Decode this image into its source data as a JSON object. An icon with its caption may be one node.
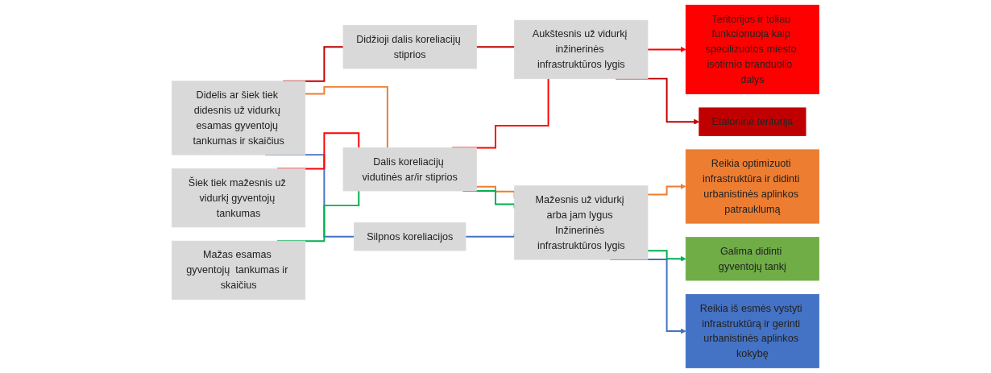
{
  "diagram": {
    "nodes": [
      {
        "text": [
          "Didelis ar šiek tiek didesnis už vidurkų esamas gyventojų tankumas ir skaičius"
        ]
      },
      {
        "text": [
          "Šiek tiek mažesnis už vidurkį gyventojų tankumas"
        ]
      },
      {
        "text": [
          "Mažas esamas gyventojų  tankumas ir skaičius"
        ]
      },
      {
        "text": [
          "Didžioji dalis koreliacijų stiprios"
        ]
      },
      {
        "text": [
          "Dalis koreliacijų vidutinės ar/ir stiprios"
        ]
      },
      {
        "text": [
          "Silpnos koreliacijos"
        ]
      },
      {
        "text": [
          "Aukštesnis už vidurkį inžinerinės infrastruktūros lygis"
        ]
      },
      {
        "text": [
          "Mažesnis už vidurkį arba jam lygus Inžinerinės infrastruktūros lygis"
        ]
      },
      {
        "text": [
          "Teritorijos ir toliau funkcionuoja kaip specilizuotos miesto isotirnio branduolio  dalys"
        ]
      },
      {
        "text": [
          "Etaloninė teritorija"
        ]
      },
      {
        "text": [
          "Reikia optimizuoti infrastruktūra ir didinti urbanistinės aplinkos patrauklumą"
        ]
      },
      {
        "text": [
          "Galima didinti gyventojų tankį"
        ]
      },
      {
        "text": [
          "Reikia iš esmės vystyti infrastruktūrą ir gerinti urbanistinės aplinkos kokybę"
        ]
      }
    ],
    "edges": [
      {
        "from": 0,
        "to": 3,
        "arrow": "none",
        "color": "#c00000"
      },
      {
        "from": 0,
        "to": 4,
        "arrow": "none",
        "color": "#ed7d31"
      },
      {
        "from": 0,
        "to": 5,
        "arrow": "none",
        "color": "#4472c4"
      },
      {
        "from": 1,
        "to": 4,
        "arrow": "none",
        "color": "#ff0000"
      },
      {
        "from": 2,
        "to": 4,
        "arrow": "none",
        "color": "#00b050"
      },
      {
        "from": 3,
        "to": 6,
        "arrow": "none",
        "color": "#c00000"
      },
      {
        "from": 4,
        "to": 6,
        "arrow": "none",
        "color": "#ff0000"
      },
      {
        "from": 4,
        "to": 7,
        "arrow": "none",
        "color": "#ed7d31"
      },
      {
        "from": 4,
        "to": 7,
        "arrow": "none",
        "color": "#00b050"
      },
      {
        "from": 5,
        "to": 7,
        "arrow": "none",
        "color": "#4472c4"
      },
      {
        "from": 6,
        "to": 8,
        "arrow": "to",
        "color": "#ff0000"
      },
      {
        "from": 6,
        "to": 9,
        "arrow": "to",
        "color": "#c00000"
      },
      {
        "from": 7,
        "to": 10,
        "arrow": "to",
        "color": "#ed7d31"
      },
      {
        "from": 7,
        "to": 11,
        "arrow": "to",
        "color": "#00b050"
      },
      {
        "from": 7,
        "to": 12,
        "arrow": "to",
        "color": "#4472c4"
      }
    ]
  }
}
